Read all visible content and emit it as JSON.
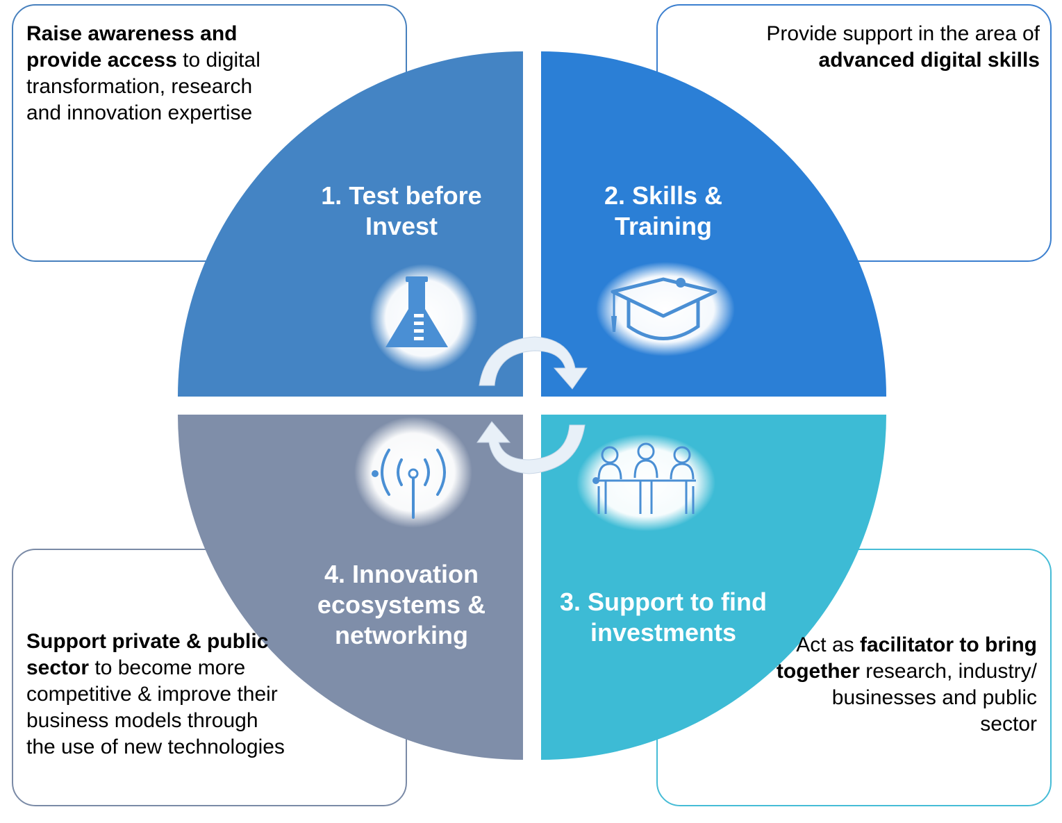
{
  "quadrants": [
    {
      "number": "1.",
      "title_line1": "Test before",
      "title_line2": "Invest",
      "color": "#4484c4"
    },
    {
      "number": "2.",
      "title_line1": "Skills &",
      "title_line2": "Training",
      "color": "#2b7fd6"
    },
    {
      "number": "3.",
      "title_line1": "Support to find",
      "title_line2": "investments",
      "color": "#3dbbd5"
    },
    {
      "number": "4.",
      "title_line1": "Innovation",
      "title_line2": "ecosystems &",
      "title_line3": "networking",
      "color": "#7f8ea9"
    }
  ],
  "descriptions": {
    "top_left": {
      "bold": "Raise awareness and provide access",
      "rest": " to digital transformation, research and innovation expertise"
    },
    "top_right": {
      "plain": "Provide support in the area of ",
      "bold": "advanced digital skills"
    },
    "bottom_left": {
      "bold": "Support private & public sector",
      "rest": "  to become more competitive & improve their business models through the use of new technologies"
    },
    "bottom_right": {
      "plain": "Act as ",
      "bold": "facilitator to bring together",
      "rest": " research, industry/ businesses and public sector"
    }
  },
  "icons": {
    "q1": "flask-icon",
    "q2": "graduation-cap-icon",
    "q3": "meeting-table-icon",
    "q4": "antenna-signal-icon",
    "center": "cycle-arrows-icon"
  }
}
